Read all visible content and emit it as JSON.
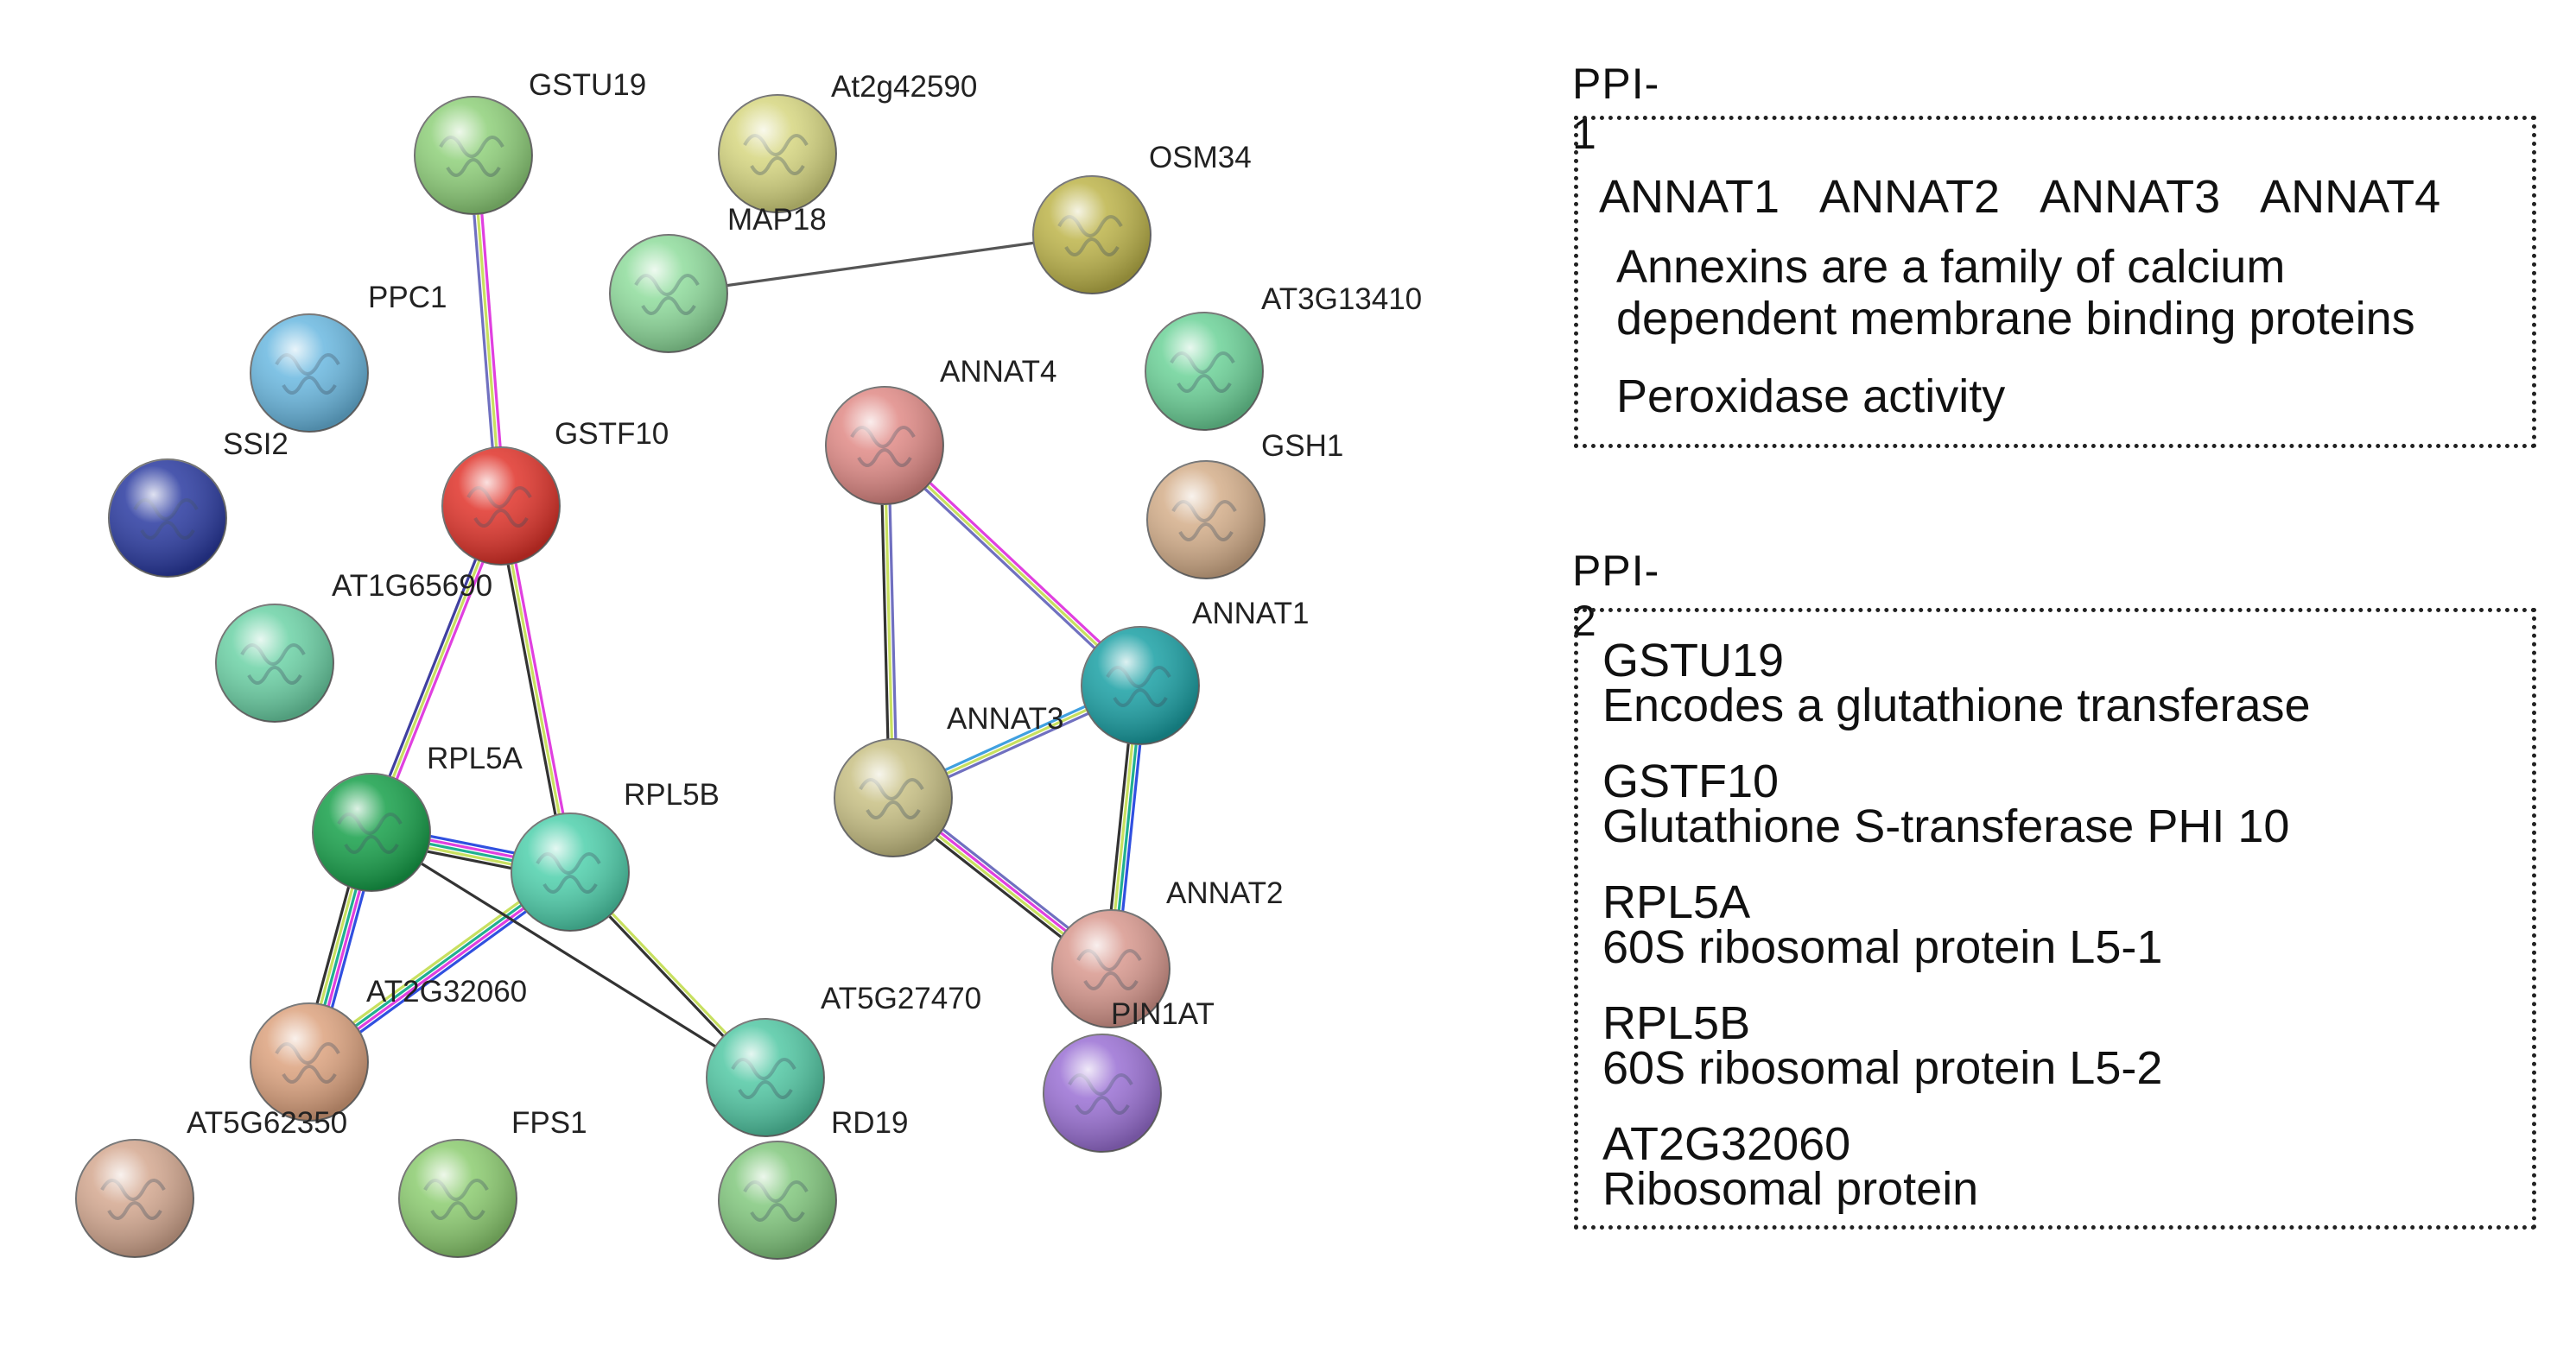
{
  "network": {
    "nodes": [
      {
        "id": "GSTU19",
        "label": "GSTU19",
        "color": "#8fd07a"
      },
      {
        "id": "At2g42590",
        "label": "At2g42590",
        "color": "#d6d680"
      },
      {
        "id": "MAP18",
        "label": "MAP18",
        "color": "#8fdc9c"
      },
      {
        "id": "OSM34",
        "label": "OSM34",
        "color": "#bdb44a"
      },
      {
        "id": "PPC1",
        "label": "PPC1",
        "color": "#6ab8e0"
      },
      {
        "id": "AT3G13410",
        "label": "AT3G13410",
        "color": "#6cd298"
      },
      {
        "id": "ANNAT4",
        "label": "ANNAT4",
        "color": "#e08a86"
      },
      {
        "id": "GSTF10",
        "label": "GSTF10",
        "color": "#e0332a"
      },
      {
        "id": "SSI2",
        "label": "SSI2",
        "color": "#2a3aa0"
      },
      {
        "id": "GSH1",
        "label": "GSH1",
        "color": "#d4ae8a"
      },
      {
        "id": "AT1G65690",
        "label": "AT1G65690",
        "color": "#6cd2a6"
      },
      {
        "id": "ANNAT1",
        "label": "ANNAT1",
        "color": "#1aa0a4"
      },
      {
        "id": "ANNAT3",
        "label": "ANNAT3",
        "color": "#c8c084"
      },
      {
        "id": "RPL5A",
        "label": "RPL5A",
        "color": "#17a04a"
      },
      {
        "id": "RPL5B",
        "label": "RPL5B",
        "color": "#4fd0ac"
      },
      {
        "id": "ANNAT2",
        "label": "ANNAT2",
        "color": "#d8988e"
      },
      {
        "id": "AT2G32060",
        "label": "AT2G32060",
        "color": "#dca27e"
      },
      {
        "id": "AT5G27470",
        "label": "AT5G27470",
        "color": "#52c8a4"
      },
      {
        "id": "PIN1AT",
        "label": "PIN1AT",
        "color": "#9a70d4"
      },
      {
        "id": "AT5G62350",
        "label": "AT5G62350",
        "color": "#d4a890"
      },
      {
        "id": "FPS1",
        "label": "FPS1",
        "color": "#8ccc70"
      },
      {
        "id": "RD19",
        "label": "RD19",
        "color": "#82c87e"
      }
    ],
    "edges": [
      {
        "from": "MAP18",
        "to": "OSM34",
        "colors": [
          "#555555"
        ]
      },
      {
        "from": "GSTU19",
        "to": "GSTF10",
        "colors": [
          "#e040e0",
          "#c8e060",
          "#7070c0"
        ]
      },
      {
        "from": "GSTF10",
        "to": "RPL5A",
        "colors": [
          "#e040e0",
          "#c8e060",
          "#4040a0"
        ]
      },
      {
        "from": "GSTF10",
        "to": "RPL5B",
        "colors": [
          "#e040e0",
          "#c8e060",
          "#333333"
        ]
      },
      {
        "from": "RPL5A",
        "to": "RPL5B",
        "colors": [
          "#3050e0",
          "#e040e0",
          "#20b090",
          "#c8e060",
          "#333333"
        ]
      },
      {
        "from": "RPL5A",
        "to": "AT2G32060",
        "colors": [
          "#3050e0",
          "#e040e0",
          "#20b090",
          "#c8e060",
          "#333333"
        ]
      },
      {
        "from": "RPL5B",
        "to": "AT2G32060",
        "colors": [
          "#3050e0",
          "#e040e0",
          "#20b090",
          "#c8e060"
        ]
      },
      {
        "from": "RPL5A",
        "to": "AT5G27470",
        "colors": [
          "#333333"
        ]
      },
      {
        "from": "RPL5B",
        "to": "AT5G27470",
        "colors": [
          "#c8e060",
          "#333333"
        ]
      },
      {
        "from": "ANNAT4",
        "to": "ANNAT1",
        "colors": [
          "#e040e0",
          "#c8e060",
          "#7070c0"
        ]
      },
      {
        "from": "ANNAT4",
        "to": "ANNAT3",
        "colors": [
          "#7070c0",
          "#c8e060",
          "#333333"
        ]
      },
      {
        "from": "ANNAT3",
        "to": "ANNAT1",
        "colors": [
          "#40a0e0",
          "#c8e060",
          "#7070c0"
        ]
      },
      {
        "from": "ANNAT1",
        "to": "ANNAT2",
        "colors": [
          "#3050e0",
          "#20b090",
          "#c8e060",
          "#333333"
        ]
      },
      {
        "from": "ANNAT3",
        "to": "ANNAT2",
        "colors": [
          "#7070c0",
          "#e040e0",
          "#c8e060",
          "#333333"
        ]
      }
    ]
  },
  "ppi1": {
    "heading": "PPI-1",
    "genes": [
      "ANNAT1",
      "ANNAT2",
      "ANNAT3",
      "ANNAT4"
    ],
    "description_line1": "Annexins are a family of calcium",
    "description_line2": "dependent membrane binding proteins",
    "description_line3": "Peroxidase activity"
  },
  "ppi2": {
    "heading": "PPI-2",
    "entries": [
      {
        "gene": "GSTU19",
        "description": "Encodes a glutathione transferase"
      },
      {
        "gene": "GSTF10",
        "description": "Glutathione S-transferase PHI 10"
      },
      {
        "gene": "RPL5A",
        "description": "60S ribosomal protein L5-1"
      },
      {
        "gene": "RPL5B",
        "description": "60S ribosomal protein L5-2"
      },
      {
        "gene": "AT2G32060",
        "description": "Ribosomal protein"
      }
    ]
  }
}
